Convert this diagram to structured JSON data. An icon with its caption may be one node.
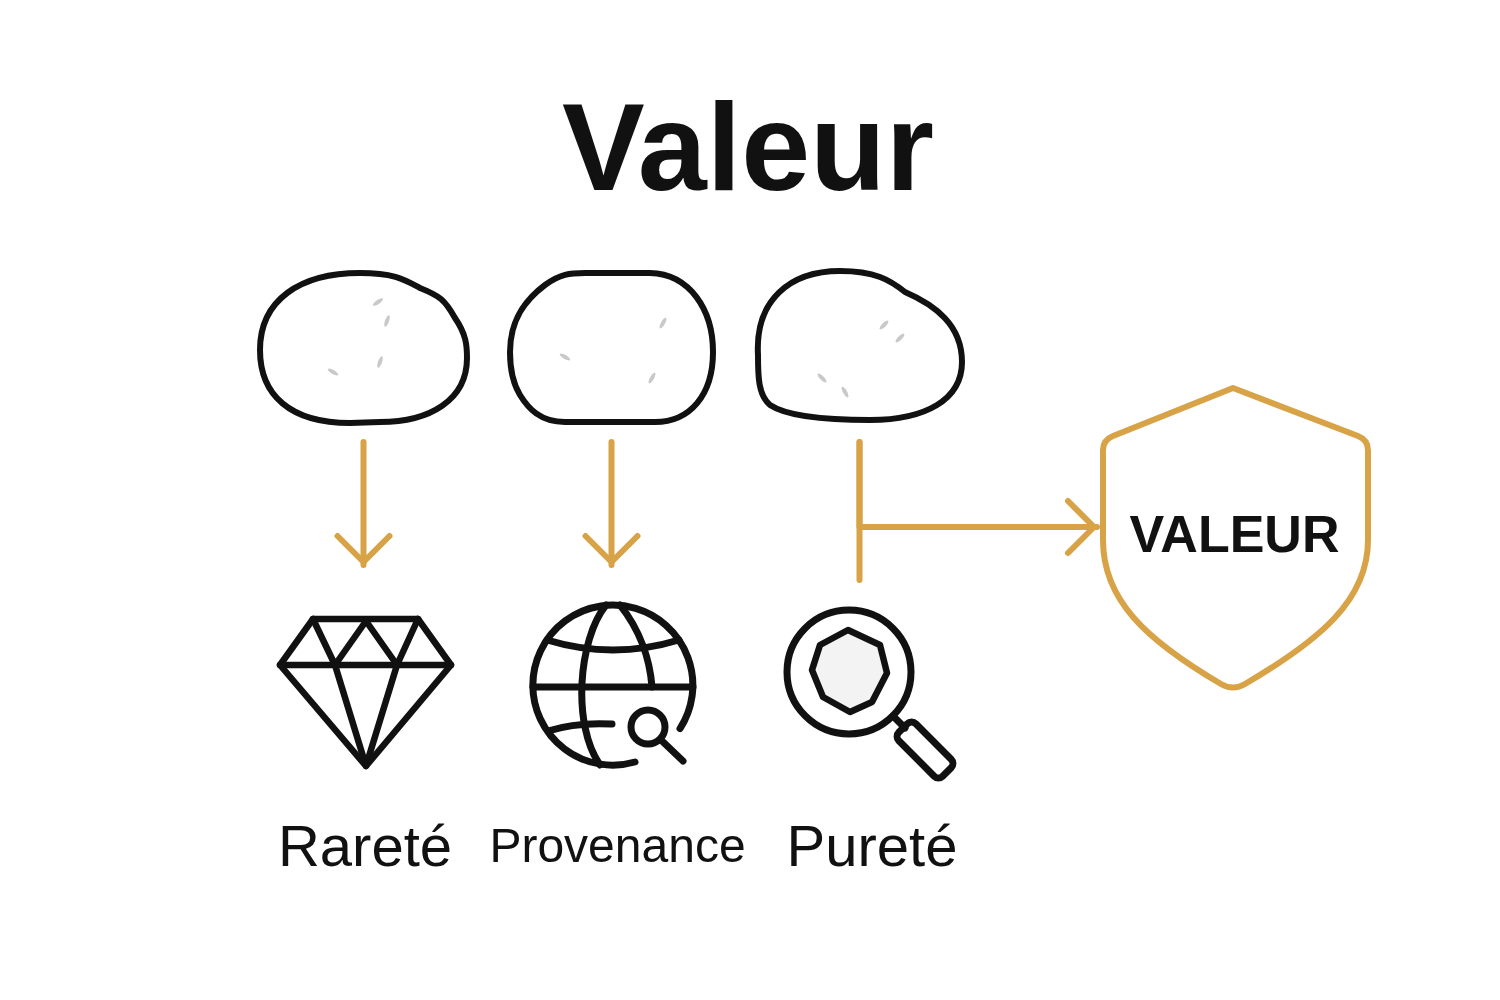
{
  "diagram": {
    "title": "Valeur",
    "nodes": [
      {
        "text": [],
        "shape": "stone"
      },
      {
        "text": [],
        "shape": "stone"
      },
      {
        "text": [],
        "shape": "stone"
      },
      {
        "text": [
          "Rareté"
        ]
      },
      {
        "text": [
          "Provenance"
        ]
      },
      {
        "text": [
          "Pureté"
        ]
      },
      {
        "text": [
          "VALEUR"
        ]
      }
    ],
    "edges": [
      {
        "from": 0,
        "to": 3,
        "arrow": "to"
      },
      {
        "from": 1,
        "to": 4,
        "arrow": "to"
      },
      {
        "from": 2,
        "to": 6,
        "arrow": "to"
      },
      {
        "from": 2,
        "to": 5,
        "arrow": "none"
      }
    ]
  }
}
